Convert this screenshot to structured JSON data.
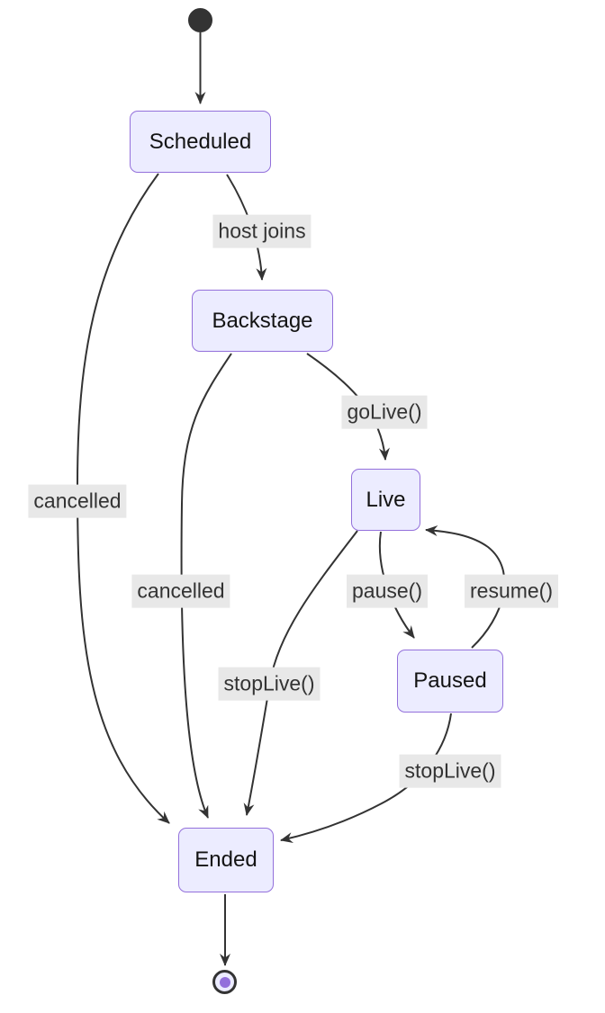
{
  "diagram": {
    "type": "state-diagram",
    "title": "",
    "colors": {
      "node_fill": "#ECECFF",
      "node_border": "#9370DB",
      "node_text": "#131313",
      "edge_color": "#333333",
      "label_bg": "#e8e8e8",
      "label_text": "#333333"
    },
    "nodes": [
      {
        "id": "initial",
        "kind": "initial",
        "label": ""
      },
      {
        "id": "scheduled",
        "kind": "state",
        "label": "Scheduled"
      },
      {
        "id": "backstage",
        "kind": "state",
        "label": "Backstage"
      },
      {
        "id": "live",
        "kind": "state",
        "label": "Live"
      },
      {
        "id": "paused",
        "kind": "state",
        "label": "Paused"
      },
      {
        "id": "ended",
        "kind": "state",
        "label": "Ended"
      },
      {
        "id": "final",
        "kind": "final",
        "label": ""
      }
    ],
    "edges": [
      {
        "from": "initial",
        "to": "scheduled",
        "label": ""
      },
      {
        "from": "scheduled",
        "to": "backstage",
        "label": "host joins"
      },
      {
        "from": "scheduled",
        "to": "ended",
        "label": "cancelled"
      },
      {
        "from": "backstage",
        "to": "live",
        "label": "goLive()"
      },
      {
        "from": "backstage",
        "to": "ended",
        "label": "cancelled"
      },
      {
        "from": "live",
        "to": "paused",
        "label": "pause()"
      },
      {
        "from": "paused",
        "to": "live",
        "label": "resume()"
      },
      {
        "from": "live",
        "to": "ended",
        "label": "stopLive()"
      },
      {
        "from": "paused",
        "to": "ended",
        "label": "stopLive()"
      },
      {
        "from": "ended",
        "to": "final",
        "label": ""
      }
    ]
  }
}
